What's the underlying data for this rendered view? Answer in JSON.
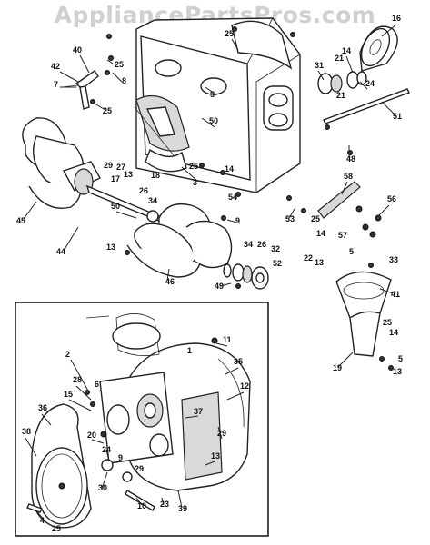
{
  "watermark": "AppliancePartsPros.com",
  "callouts": [
    {
      "id": "c-16",
      "text": "16"
    },
    {
      "id": "c-25-top",
      "text": "25"
    },
    {
      "id": "c-14-top",
      "text": "14"
    },
    {
      "id": "c-40",
      "text": "40"
    },
    {
      "id": "c-25-a",
      "text": "25"
    },
    {
      "id": "c-42",
      "text": "42"
    },
    {
      "id": "c-8",
      "text": "8"
    },
    {
      "id": "c-7",
      "text": "7"
    },
    {
      "id": "c-25-b",
      "text": "25"
    },
    {
      "id": "c-5-top",
      "text": "5"
    },
    {
      "id": "c-21",
      "text": "21"
    },
    {
      "id": "c-31",
      "text": "31"
    },
    {
      "id": "c-24",
      "text": "24"
    },
    {
      "id": "c-21-b",
      "text": "21"
    },
    {
      "id": "c-51",
      "text": "51"
    },
    {
      "id": "c-50-top",
      "text": "50"
    },
    {
      "id": "c-48",
      "text": "48"
    },
    {
      "id": "c-29",
      "text": "29"
    },
    {
      "id": "c-27",
      "text": "27"
    },
    {
      "id": "c-13-a",
      "text": "13"
    },
    {
      "id": "c-17",
      "text": "17"
    },
    {
      "id": "c-18",
      "text": "18"
    },
    {
      "id": "c-25-c",
      "text": "25"
    },
    {
      "id": "c-14-mid",
      "text": "14"
    },
    {
      "id": "c-3",
      "text": "3"
    },
    {
      "id": "c-45",
      "text": "45"
    },
    {
      "id": "c-26",
      "text": "26"
    },
    {
      "id": "c-34",
      "text": "34"
    },
    {
      "id": "c-54",
      "text": "54"
    },
    {
      "id": "c-58",
      "text": "58"
    },
    {
      "id": "c-56",
      "text": "56"
    },
    {
      "id": "c-53",
      "text": "53"
    },
    {
      "id": "c-25-d",
      "text": "25"
    },
    {
      "id": "c-50-mid",
      "text": "50"
    },
    {
      "id": "c-9",
      "text": "9"
    },
    {
      "id": "c-44",
      "text": "44"
    },
    {
      "id": "c-14-r",
      "text": "14"
    },
    {
      "id": "c-57",
      "text": "57"
    },
    {
      "id": "c-13-b",
      "text": "13"
    },
    {
      "id": "c-34-b",
      "text": "34"
    },
    {
      "id": "c-26-b",
      "text": "26"
    },
    {
      "id": "c-32",
      "text": "32"
    },
    {
      "id": "c-52",
      "text": "52"
    },
    {
      "id": "c-5-r",
      "text": "5"
    },
    {
      "id": "c-22",
      "text": "22"
    },
    {
      "id": "c-13-r",
      "text": "13"
    },
    {
      "id": "c-33",
      "text": "33"
    },
    {
      "id": "c-46",
      "text": "46"
    },
    {
      "id": "c-49",
      "text": "49"
    },
    {
      "id": "c-41",
      "text": "41"
    },
    {
      "id": "c-25-e",
      "text": "25"
    },
    {
      "id": "c-14-rr",
      "text": "14"
    },
    {
      "id": "c-19",
      "text": "19"
    },
    {
      "id": "c-5-rr",
      "text": "5"
    },
    {
      "id": "c-13-rr",
      "text": "13"
    },
    {
      "id": "c-11",
      "text": "11"
    },
    {
      "id": "c-1",
      "text": "1"
    },
    {
      "id": "c-2",
      "text": "2"
    },
    {
      "id": "c-35",
      "text": "35"
    },
    {
      "id": "c-28",
      "text": "28"
    },
    {
      "id": "c-15",
      "text": "15"
    },
    {
      "id": "c-6",
      "text": "6"
    },
    {
      "id": "c-12",
      "text": "12"
    },
    {
      "id": "c-36",
      "text": "36"
    },
    {
      "id": "c-37",
      "text": "37"
    },
    {
      "id": "c-38",
      "text": "38"
    },
    {
      "id": "c-29-b",
      "text": "29"
    },
    {
      "id": "c-20",
      "text": "20"
    },
    {
      "id": "c-24-b",
      "text": "24"
    },
    {
      "id": "c-9-b",
      "text": "9"
    },
    {
      "id": "c-13-c",
      "text": "13"
    },
    {
      "id": "c-29-c",
      "text": "29"
    },
    {
      "id": "c-30",
      "text": "30"
    },
    {
      "id": "c-4",
      "text": "4"
    },
    {
      "id": "c-25-f",
      "text": "25"
    },
    {
      "id": "c-10",
      "text": "10"
    },
    {
      "id": "c-23",
      "text": "23"
    },
    {
      "id": "c-39",
      "text": "39"
    }
  ]
}
